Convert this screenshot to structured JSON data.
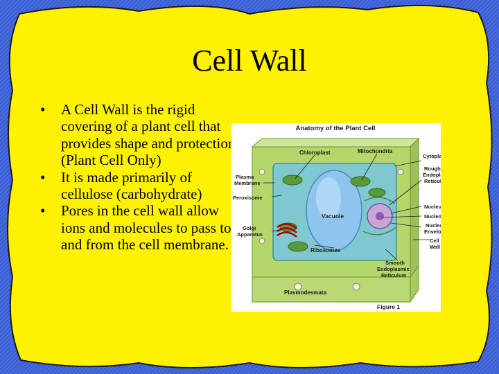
{
  "slide": {
    "title": "Cell Wall",
    "bullets": [
      "A Cell Wall is the rigid covering of a plant cell that provides shape and protection (Plant Cell Only)",
      "It is made primarily of cellulose (carbohydrate)",
      "Pores in the cell wall allow ions and molecules to pass to and from the cell membrane."
    ],
    "bullet_glyph": "•"
  },
  "figure": {
    "title": "Anatomy of the Plant Cell",
    "caption": "Figure 1",
    "labels": {
      "chloroplast": "Chloroplast",
      "mitochondria": "Mitochondria",
      "plasma_membrane_1": "Plasma",
      "plasma_membrane_2": "Membrane",
      "peroxisome": "Peroxisome",
      "cytoplasm": "Cytoplasm",
      "rough_er_1": "Rough",
      "rough_er_2": "Endoplasmic",
      "rough_er_3": "Reticulum",
      "nucleus": "Nucleus",
      "nucleolus": "Nucleolus",
      "nuclear_env_1": "Nuclear",
      "nuclear_env_2": "Envelope",
      "cell_wall_1": "Cell",
      "cell_wall_2": "Wall",
      "golgi_1": "Golgi",
      "golgi_2": "Apparatus",
      "vacuole": "Vacuole",
      "ribosomes": "Ribosomes",
      "smooth_er_1": "Smooth",
      "smooth_er_2": "Endoplasmic",
      "smooth_er_3": "Reticulum",
      "plasmodesmata": "Plasmodesmata"
    }
  },
  "colors": {
    "background": "#3b5fd4",
    "blob": "#fff200",
    "cell_wall": "#b5d66a",
    "cytoplasm": "#7fc8cf",
    "vacuole": "#8fc4ee",
    "chloroplast": "#5a9a3a",
    "golgi": "#e02020",
    "nucleus": "#c9a6d8"
  }
}
